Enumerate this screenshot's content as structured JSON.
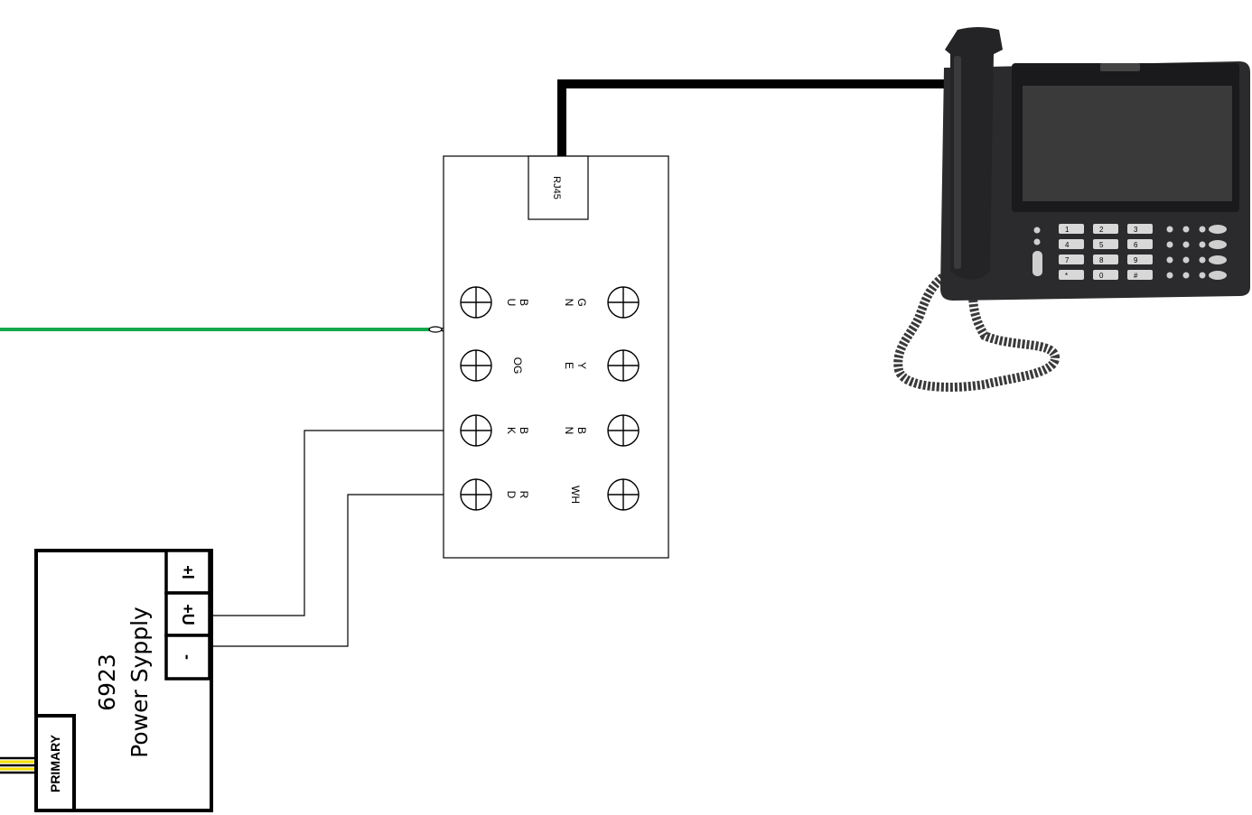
{
  "colors": {
    "stroke": "#000000",
    "green_wire": "#13a84c",
    "yellow_wire": "#f5dd00",
    "phone_body": "#2b2b2d",
    "phone_screen": "#3a3a3a"
  },
  "junction_box": {
    "rj45_label": "RJ45",
    "left_terminals": [
      {
        "label": "B\nU",
        "wire": "green"
      },
      {
        "label": "OG",
        "wire": "green"
      },
      {
        "label": "B\nK",
        "wire": "supply_plus"
      },
      {
        "label": "R\nD",
        "wire": "supply_minus"
      }
    ],
    "right_terminals": [
      {
        "label": "G\nN"
      },
      {
        "label": "Y\nE"
      },
      {
        "label": "B\nN"
      },
      {
        "label": "WH"
      }
    ]
  },
  "power_supply": {
    "model": "6923",
    "name": "Power Sypply",
    "primary_label": "PRIMARY",
    "terminals": [
      "+I",
      "+U",
      "-"
    ]
  },
  "phone": {
    "icon": "ip-desk-phone-icon",
    "keypad": [
      "1",
      "2",
      "3",
      "4",
      "5",
      "6",
      "7",
      "8",
      "9",
      "*",
      "0",
      "#"
    ]
  }
}
